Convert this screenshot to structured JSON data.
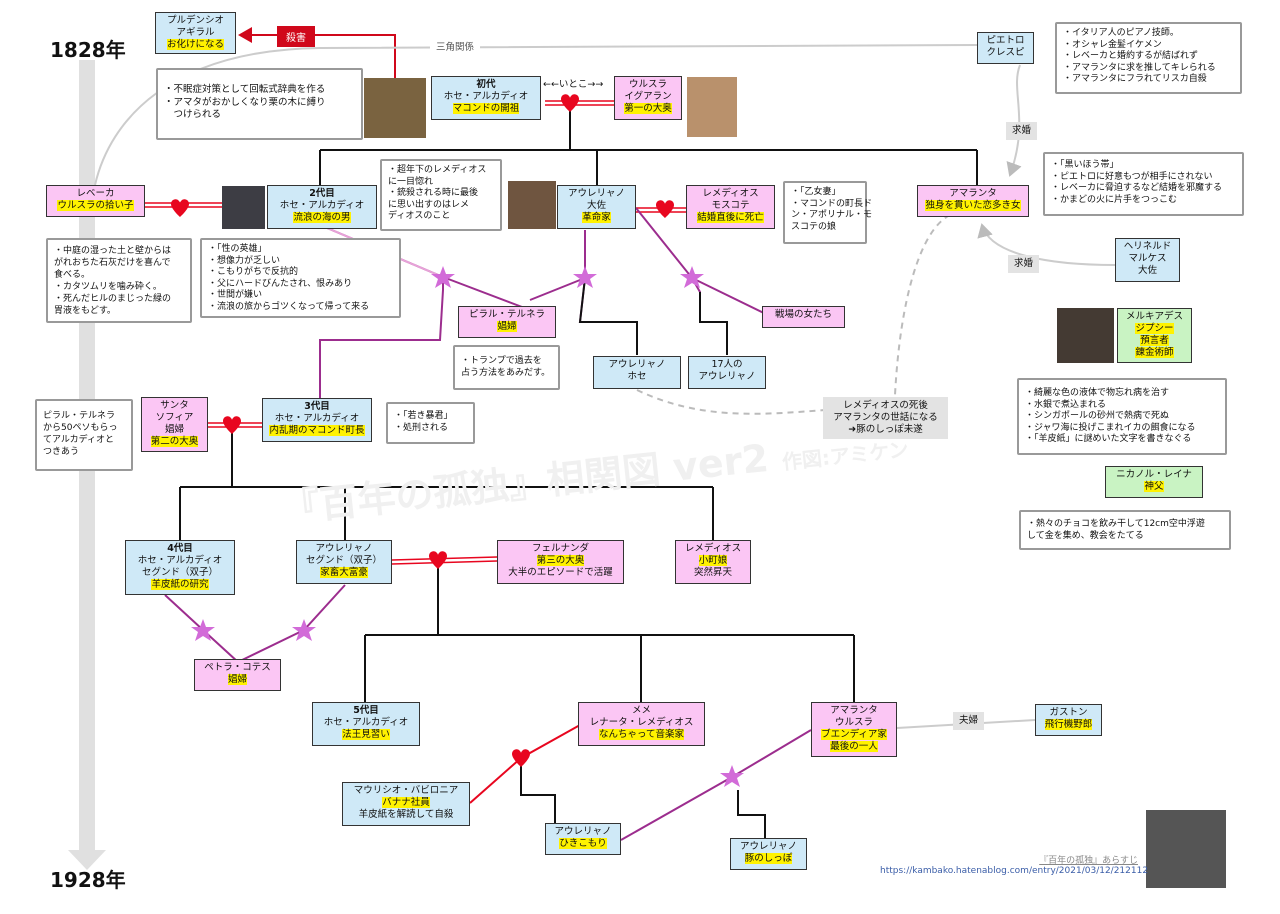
{
  "years": {
    "start": "1828年",
    "end": "1928年"
  },
  "watermark": "『百年の孤独』相関図 ver2",
  "watermark_credit": "作図:アミケン",
  "footer": {
    "title": "『百年の孤独』あらすじ",
    "url": "https://kambako.hatenablog.com/entry/2021/03/12/212112"
  },
  "nodes": {
    "prudencio": {
      "l1": "プルデンシオ",
      "l2": "アギラル",
      "hl": "お化けになる"
    },
    "gen1_jose": {
      "gen": "初代",
      "name": "ホセ・アルカディオ",
      "hl": "マコンドの開祖"
    },
    "ursula": {
      "l1": "ウルスラ",
      "l2": "イグアラン",
      "hl": "第一の大奥"
    },
    "pietro": {
      "l1": "ピエトロ",
      "l2": "クレスピ"
    },
    "rebeca": {
      "l1": "レベーカ",
      "hl": "ウルスラの拾い子"
    },
    "gen2_jose": {
      "gen": "2代目",
      "name": "ホセ・アルカディオ",
      "hl": "流浪の海の男"
    },
    "aureliano_col": {
      "l1": "アウレリャノ",
      "l2": "大佐",
      "hl": "革命家"
    },
    "remedios_m": {
      "l1": "レメディオス",
      "l2": "モスコテ",
      "hl": "結婚直後に死亡"
    },
    "amaranta": {
      "l1": "アマランタ",
      "hl": "独身を貫いた恋多き女"
    },
    "gerineldo": {
      "l1": "ヘリネルド",
      "l2": "マルケス",
      "l3": "大佐"
    },
    "melquiades": {
      "l1": "メルキアデス",
      "hl1": "ジプシー",
      "hl2": "預言者",
      "hl3": "錬金術師"
    },
    "pilar": {
      "l1": "ピラル・テルネラ",
      "hl": "娼婦"
    },
    "war_women": {
      "l1": "戦場の女たち"
    },
    "aureliano_jose": {
      "l1": "アウレリャノ",
      "l2": "ホセ"
    },
    "aureliano17": {
      "l1": "17人の",
      "l2": "アウレリャノ"
    },
    "nicanor": {
      "l1": "ニカノル・レイナ",
      "hl": "神父"
    },
    "santa_sofia": {
      "l1": "サンタ",
      "l2": "ソフィア",
      "l3": "娼婦",
      "hl": "第二の大奥"
    },
    "gen3": {
      "gen": "3代目",
      "name": "ホセ・アルカディオ",
      "hl": "内乱期のマコンド町長"
    },
    "gen4": {
      "gen": "4代目",
      "name": "ホセ・アルカディオ",
      "name2": "セグンド（双子）",
      "hl": "羊皮紙の研究"
    },
    "aureliano_seg": {
      "l1": "アウレリャノ",
      "l2": "セグンド（双子）",
      "hl": "家畜大富豪"
    },
    "fernanda": {
      "l1": "フェルナンダ",
      "hl": "第三の大奥",
      "l3": "大半のエピソードで活躍"
    },
    "remedios_b": {
      "l1": "レメディオス",
      "hl": "小町娘",
      "l3": "突然昇天"
    },
    "petra": {
      "l1": "ペトラ・コテス",
      "hl": "娼婦"
    },
    "gen5": {
      "gen": "5代目",
      "name": "ホセ・アルカディオ",
      "hl": "法王見習い"
    },
    "meme": {
      "l1": "メメ",
      "l2": "レナータ・レメディオス",
      "hl": "なんちゃって音楽家"
    },
    "amaranta_u": {
      "l1": "アマランタ",
      "l2": "ウルスラ",
      "hl1": "ブエンディア家",
      "hl2": "最後の一人"
    },
    "gaston": {
      "l1": "ガストン",
      "hl": "飛行機野郎"
    },
    "mauricio": {
      "l1": "マウリシオ・バビロニア",
      "hl": "バナナ社員",
      "l3": "羊皮紙を解読して自殺"
    },
    "aureliano_hiki": {
      "l1": "アウレリャノ",
      "hl": "ひきこもり"
    },
    "aureliano_pig": {
      "l1": "アウレリャノ",
      "hl": "豚のしっぽ"
    }
  },
  "labels": {
    "murder": "殺害",
    "sankaku": "三角関係",
    "itoko": "←←いとこ→→",
    "kyukon1": "求婚",
    "kyukon2": "求婚",
    "fuufu": "夫婦",
    "remedios_death": [
      "レメディオスの死後",
      "アマランタの世話になる",
      "➜豚のしっぽ未遂"
    ]
  },
  "notes": {
    "gen1": [
      "・不眠症対策として回転式辞典を作る",
      "・アマタがおかしくなり栗の木に縛り",
      "　つけられる"
    ],
    "pietro": [
      "・イタリア人のピアノ技師。",
      "・オシャレ金髪イケメン",
      "・レベーカと婚約するが結ばれず",
      "・アマランタに求を推してキレられる",
      "・アマランタにフラれてリスカ自殺"
    ],
    "aureliano": [
      "・超年下のレメディオス",
      "に一目惚れ",
      "・銃殺される時に最後",
      "に思い出すのはレメ",
      "ディオスのこと"
    ],
    "remedios": [
      "・「乙女妻」",
      "・マコンドの町長ド",
      "ン・アポリナル・モ",
      "スコテの娘"
    ],
    "amaranta": [
      "・「黒いほう帯」",
      "・ピエトロに好意もつが相手にされない",
      "・レベーカに脅迫するなど結婚を邪魔する",
      "・かまどの火に片手をつっこむ"
    ],
    "rebeca": [
      "・中庭の湿った土と壁からは",
      "がれおちた石灰だけを喜んで",
      "食べる。",
      "・カタツムリを噛み砕く。",
      "・死んだヒルのまじった緑の",
      "胃液をもどす。"
    ],
    "gen2": [
      "・「性の英雄」",
      "・想像力が乏しい",
      "・こもりがちで反抗的",
      "・父にハードびんたされ、恨みあり",
      "・世間が嫌い",
      "・流浪の旅からゴツくなって帰って来る"
    ],
    "pilar": [
      "・トランプで過去を",
      "占う方法をあみだす。"
    ],
    "melquiades": [
      "・綺麗な色の液体で物忘れ病を治す",
      "・水銀で煮込まれる",
      "・シンガポールの砂州で熱病で死ぬ",
      "・ジャワ海に投げこまれイカの餌食になる",
      "・「羊皮紙」に謎めいた文字を書きなぐる"
    ],
    "nicanor": [
      "・熱々のチョコを飲み干して12cm空中浮遊",
      "して金を集め、教会をたてる"
    ],
    "santa": [
      "ピラル・テルネラ",
      "から50ペソもらっ",
      "てアルカディオと",
      "つきあう"
    ],
    "gen3": [
      "・「若き暴君」",
      "・処刑される"
    ]
  },
  "icons": {
    "heart": "heart-icon",
    "star": "star-icon"
  },
  "colors": {
    "blue_node": "#cfe9f7",
    "pink_node": "#fbc6f4",
    "green_node": "#c9f3c3",
    "highlight": "#fff200",
    "heart": "#e8061f",
    "star": "#d26bd8",
    "affair_line": "#9c2d8e",
    "red": "#d0081b"
  }
}
